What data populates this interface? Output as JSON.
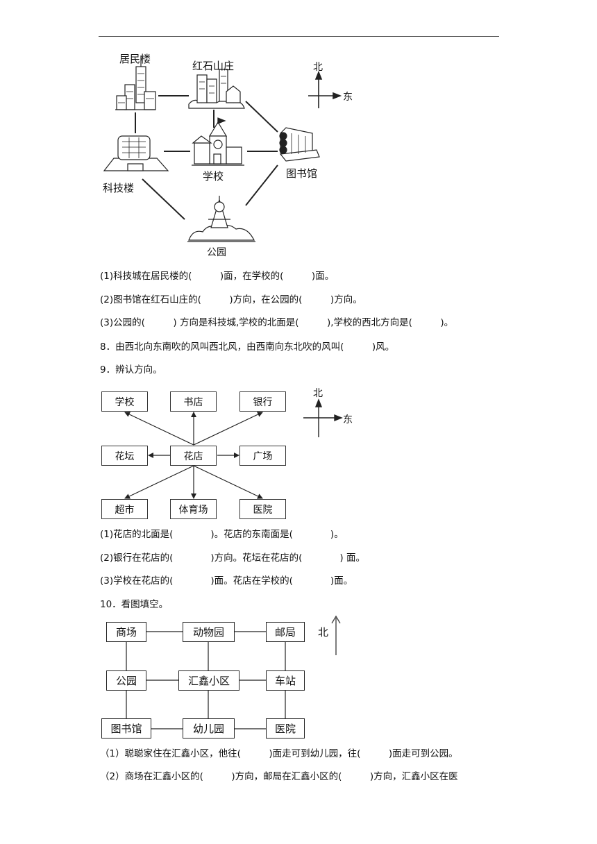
{
  "map1": {
    "labels": {
      "residential": "居民楼",
      "hongshi": "红石山庄",
      "tech": "科技楼",
      "school": "学校",
      "library": "图书馆",
      "park": "公园"
    },
    "compass": {
      "north": "北",
      "east": "东"
    }
  },
  "q7": [
    "(1)科技城在居民楼的(　　　)面，在学校的(　　　)面。",
    "(2)图书馆在红石山庄的(　　　)方向，在公园的(　　　)方向。",
    "(3)公园的(　　　)  方向是科技城,学校的北面是(　　　),学校的西北方向是(　　　)。"
  ],
  "q8": "8．由西北向东南吹的风叫西北风，由西南向东北吹的风叫(　　　)风。",
  "q9": {
    "title": "9．辨认方向。",
    "boxes": {
      "school": "学校",
      "bookstore": "书店",
      "bank": "银行",
      "flowerbed": "花坛",
      "flowershop": "花店",
      "square": "广场",
      "supermarket": "超市",
      "stadium": "体育场",
      "hospital": "医院"
    },
    "compass": {
      "north": "北",
      "east": "东"
    },
    "questions": [
      "(1)花店的北面是(　　　　)。花店的东南面是(　　　　)。",
      "(2)银行在花店的(　　　　)方向。花坛在花店的(　　　　) 面。",
      "(3)学校在花店的(　　　　)面。花店在学校的(　　　　)面。"
    ]
  },
  "q10": {
    "title": "10．看图填空。",
    "boxes": {
      "mall": "商场",
      "zoo": "动物园",
      "post": "邮局",
      "park": "公园",
      "huixin": "汇鑫小区",
      "station": "车站",
      "library": "图书馆",
      "kindergarten": "幼儿园",
      "hospital": "医院"
    },
    "north": "北",
    "questions": [
      "（1）聪聪家住在汇鑫小区，他往(　　　)面走可到幼儿园，往(　　　)面走可到公园。",
      "（2）商场在汇鑫小区的(　　　)方向，邮局在汇鑫小区的(　　　)方向，汇鑫小区在医"
    ]
  }
}
